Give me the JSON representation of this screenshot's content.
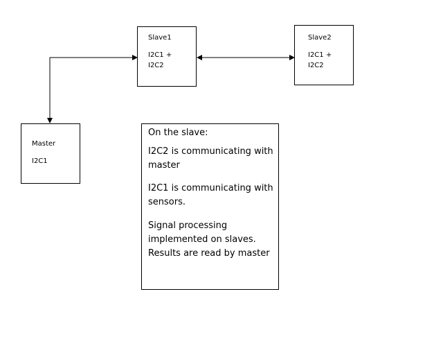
{
  "nodes": {
    "slave1": {
      "title": "Slave1",
      "lines": [
        "I2C1 +",
        "I2C2"
      ]
    },
    "slave2": {
      "title": "Slave2",
      "lines": [
        "I2C1 +",
        "I2C2"
      ]
    },
    "master": {
      "title": "Master",
      "lines": [
        "I2C1"
      ]
    }
  },
  "note": {
    "title": "On the slave:",
    "paragraphs": [
      [
        "I2C2 is communicating with",
        "master"
      ],
      [
        "I2C1 is communicating with",
        "sensors."
      ],
      [
        "Signal processing",
        "implemented on slaves.",
        "Results are read by master"
      ]
    ]
  },
  "colors": {
    "line": "#000000",
    "border": "#000000",
    "background": "#ffffff"
  }
}
